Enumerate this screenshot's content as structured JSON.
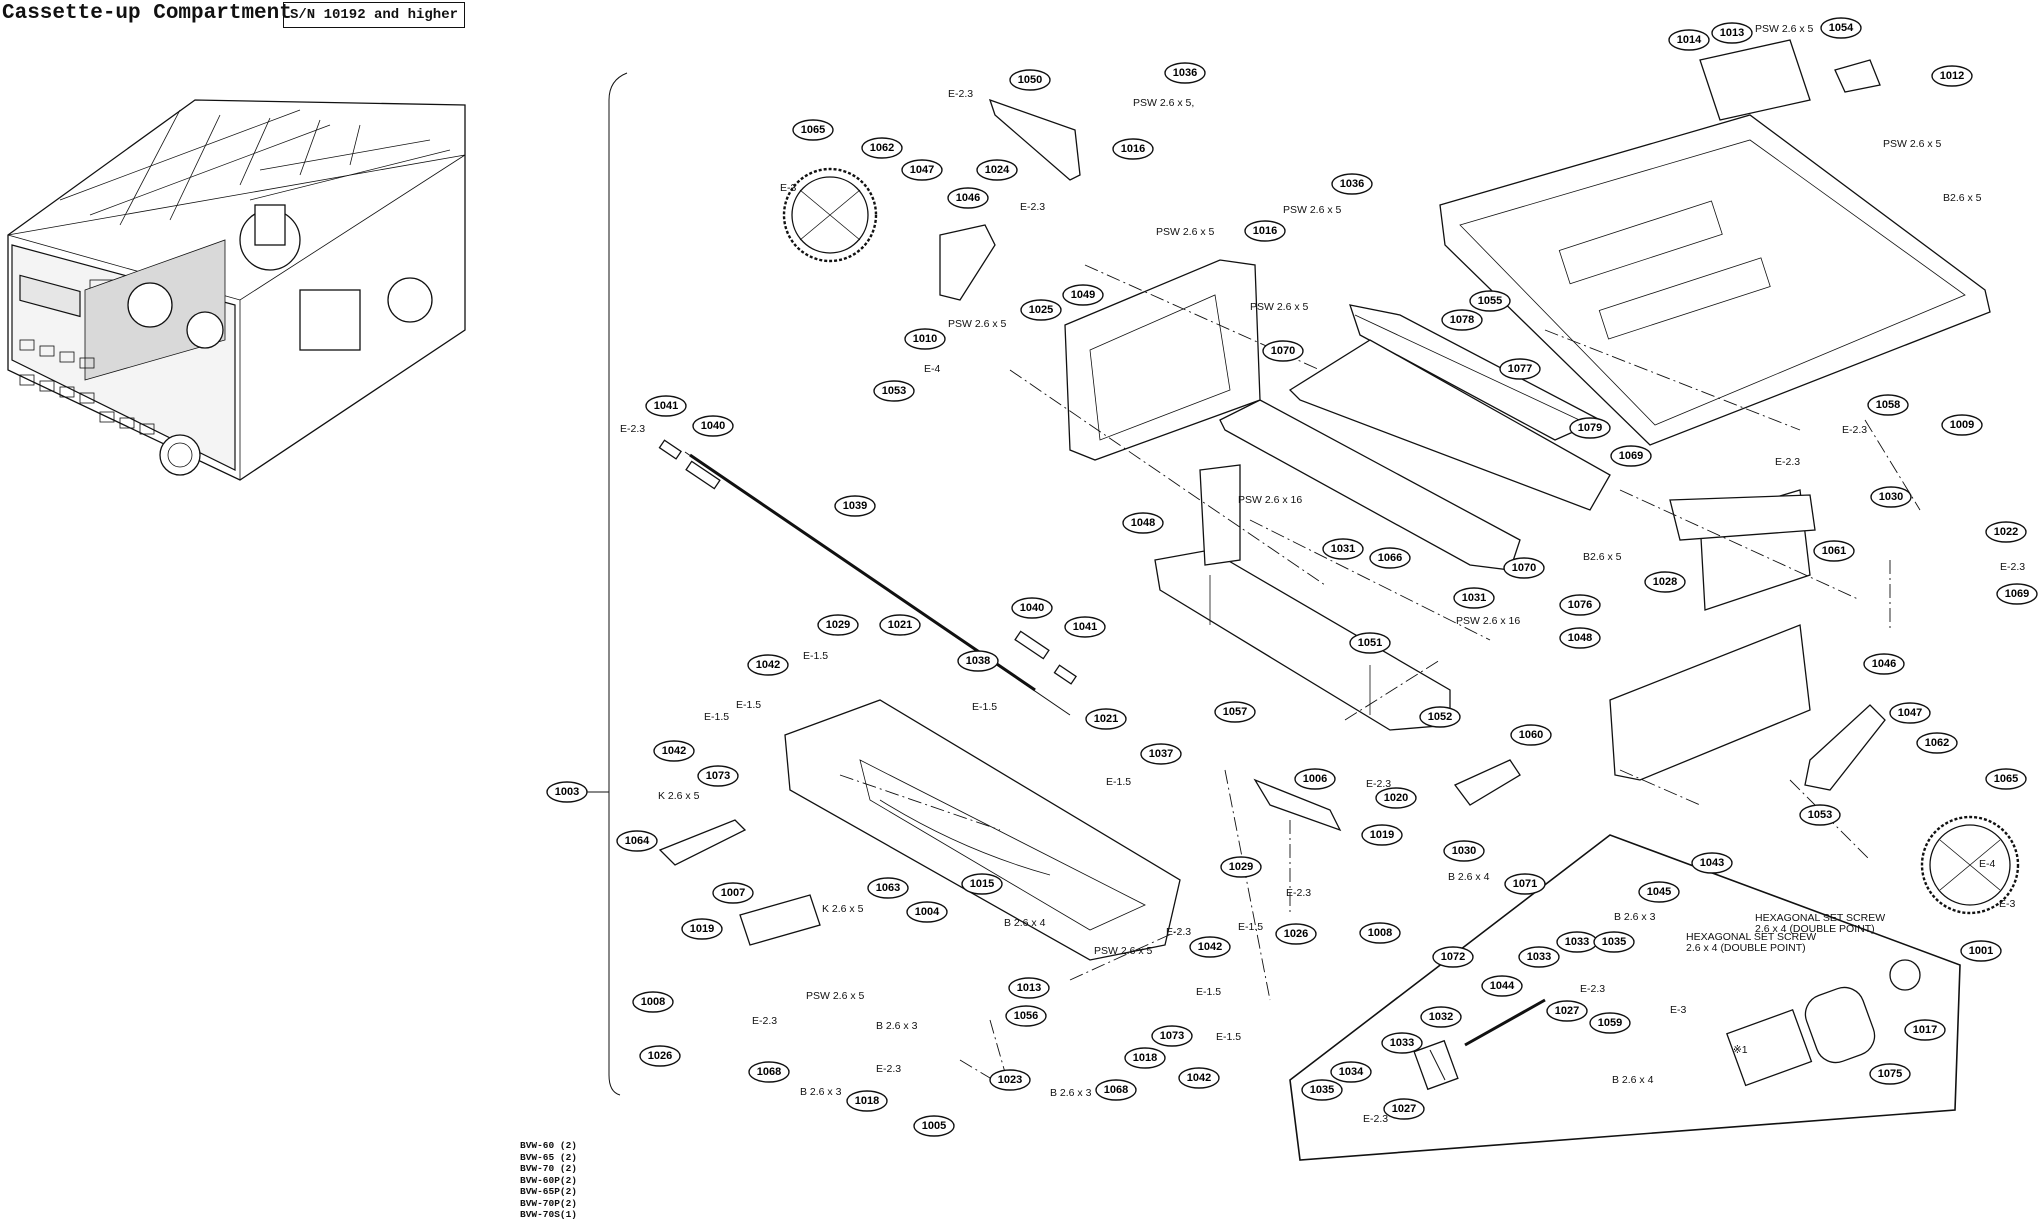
{
  "header": {
    "title": "Cassette-up Compartment",
    "serial_note": "S/N 10192 and higher"
  },
  "models": [
    "BVW-60 (2)",
    "BVW-65 (2)",
    "BVW-70 (2)",
    "BVW-60P(2)",
    "BVW-65P(2)",
    "BVW-70P(2)",
    "BVW-70S(1)"
  ],
  "callouts": {
    "c1001": "1001",
    "c1003": "1003",
    "c1004": "1004",
    "c1005": "1005",
    "c1006": "1006",
    "c1007": "1007",
    "c1008a": "1008",
    "c1008b": "1008",
    "c1009": "1009",
    "c1010": "1010",
    "c1012": "1012",
    "c1013a": "1013",
    "c1013b": "1013",
    "c1014": "1014",
    "c1015": "1015",
    "c1016a": "1016",
    "c1016b": "1016",
    "c1017": "1017",
    "c1018a": "1018",
    "c1018b": "1018",
    "c1019a": "1019",
    "c1019b": "1019",
    "c1020": "1020",
    "c1021a": "1021",
    "c1021b": "1021",
    "c1022": "1022",
    "c1023": "1023",
    "c1024": "1024",
    "c1025": "1025",
    "c1026a": "1026",
    "c1026b": "1026",
    "c1027a": "1027",
    "c1027b": "1027",
    "c1028": "1028",
    "c1029a": "1029",
    "c1029b": "1029",
    "c1030a": "1030",
    "c1030b": "1030",
    "c1031a": "1031",
    "c1031b": "1031",
    "c1032": "1032",
    "c1033a": "1033",
    "c1033b": "1033",
    "c1033c": "1033",
    "c1034": "1034",
    "c1035a": "1035",
    "c1035b": "1035",
    "c1036a": "1036",
    "c1036b": "1036",
    "c1037": "1037",
    "c1038": "1038",
    "c1039": "1039",
    "c1040a": "1040",
    "c1040b": "1040",
    "c1041a": "1041",
    "c1041b": "1041",
    "c1042a": "1042",
    "c1042b": "1042",
    "c1042c": "1042",
    "c1042d": "1042",
    "c1043": "1043",
    "c1044": "1044",
    "c1045": "1045",
    "c1046a": "1046",
    "c1046b": "1046",
    "c1047a": "1047",
    "c1047b": "1047",
    "c1048a": "1048",
    "c1048b": "1048",
    "c1049": "1049",
    "c1050": "1050",
    "c1051": "1051",
    "c1052": "1052",
    "c1053a": "1053",
    "c1053b": "1053",
    "c1054": "1054",
    "c1055": "1055",
    "c1056": "1056",
    "c1057": "1057",
    "c1058": "1058",
    "c1059": "1059",
    "c1060": "1060",
    "c1061": "1061",
    "c1062a": "1062",
    "c1062b": "1062",
    "c1063": "1063",
    "c1064": "1064",
    "c1065a": "1065",
    "c1065b": "1065",
    "c1066": "1066",
    "c1068a": "1068",
    "c1068b": "1068",
    "c1069a": "1069",
    "c1069b": "1069",
    "c1070a": "1070",
    "c1070b": "1070",
    "c1071": "1071",
    "c1072": "1072",
    "c1073a": "1073",
    "c1073b": "1073",
    "c1075": "1075",
    "c1076": "1076",
    "c1077": "1077",
    "c1078": "1078",
    "c1079": "1079"
  },
  "hardware": {
    "psw26x5": "PSW 2.6 x 5",
    "psw26x5b": "PSW 2.6 x 5,",
    "psw26x16": "PSW 2.6 x 16",
    "b26x5": "B2.6 x 5",
    "b26x4": "B 2.6 x 4",
    "b26x3": "B 2.6 x 3",
    "b26x3c": "B 2.6 x 3",
    "k26x5": "K 2.6 x 5",
    "e23": "E-2.3",
    "e15": "E-1.5",
    "e3": "E-3",
    "e4": "E-4",
    "star1": "※1",
    "hex_screw": "HEXAGONAL SET SCREW",
    "hex_spec": "2.6 x 4 (DOUBLE POINT)"
  }
}
